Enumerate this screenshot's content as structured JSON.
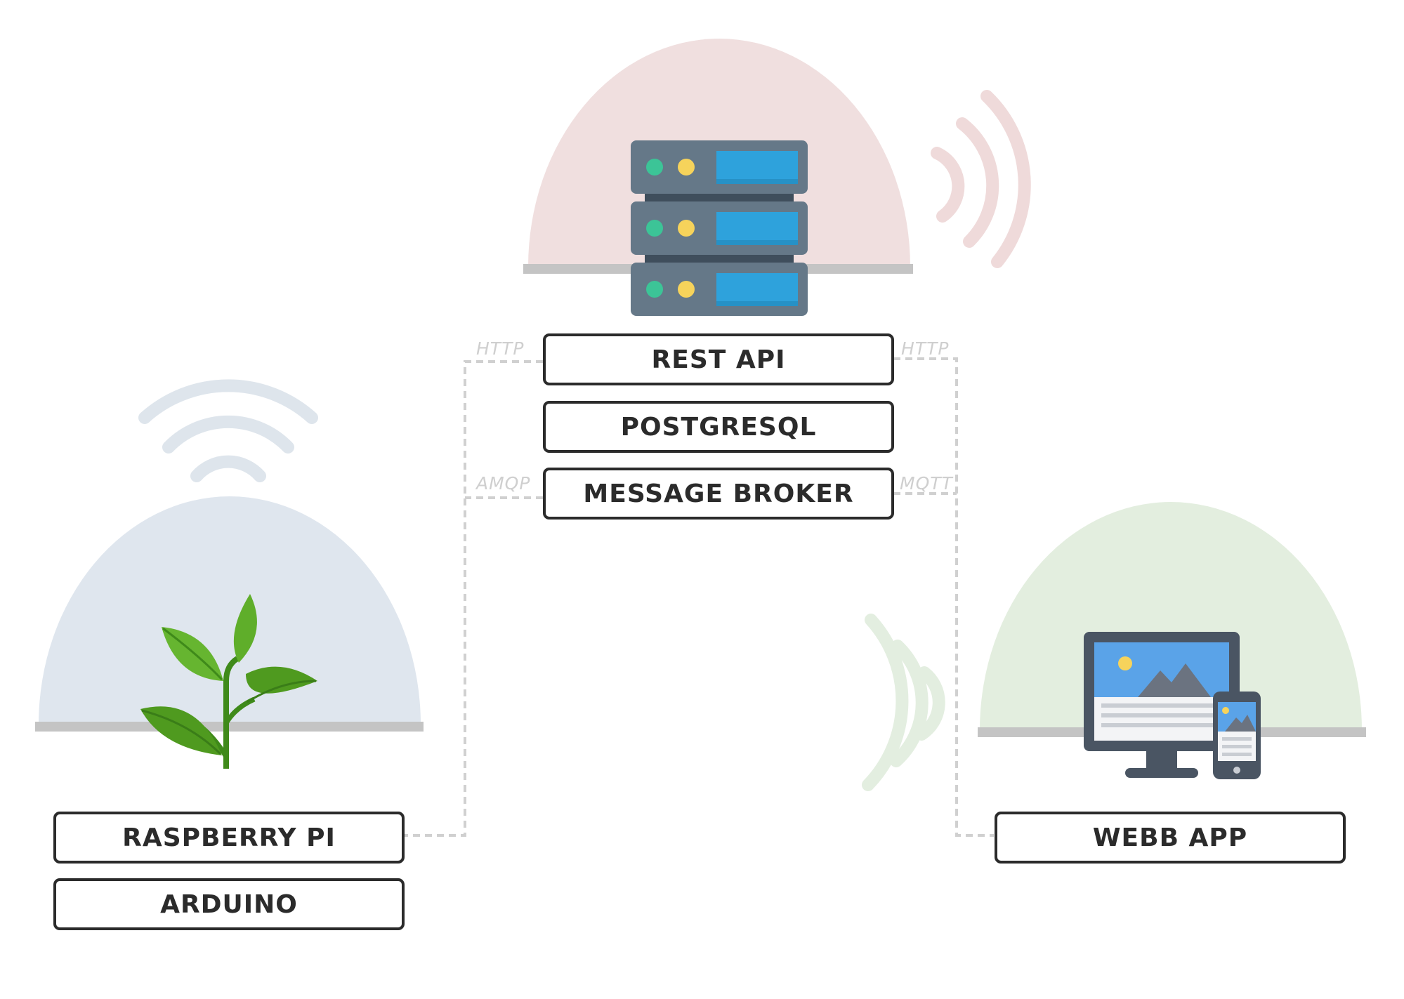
{
  "server": {
    "labels": [
      "REST API",
      "POSTGRESQL",
      "MESSAGE BROKER"
    ]
  },
  "device": {
    "labels": [
      "RASPBERRY PI",
      "ARDUINO"
    ]
  },
  "client": {
    "labels": [
      "WEBB APP"
    ]
  },
  "protocols": {
    "left_top": "HTTP",
    "left_bottom": "AMQP",
    "right_top": "HTTP",
    "right_bottom": "MQTT"
  },
  "colors": {
    "server_dome": "#f0dfdf",
    "device_dome": "#dfe6ee",
    "client_dome": "#e3eedf",
    "shelf": "#c4c4c4",
    "box_border": "#2b2b2b",
    "connector": "#d0d0d0",
    "server_body": "#657888",
    "server_screen": "#2ea2dc",
    "led_green": "#3cc497",
    "led_yellow": "#f6d35b",
    "plant_green": "#4f9a1f"
  },
  "icons": [
    "server-rack-icon",
    "plant-icon",
    "desktop-monitor-icon",
    "smartphone-icon",
    "wifi-signal-icon"
  ]
}
